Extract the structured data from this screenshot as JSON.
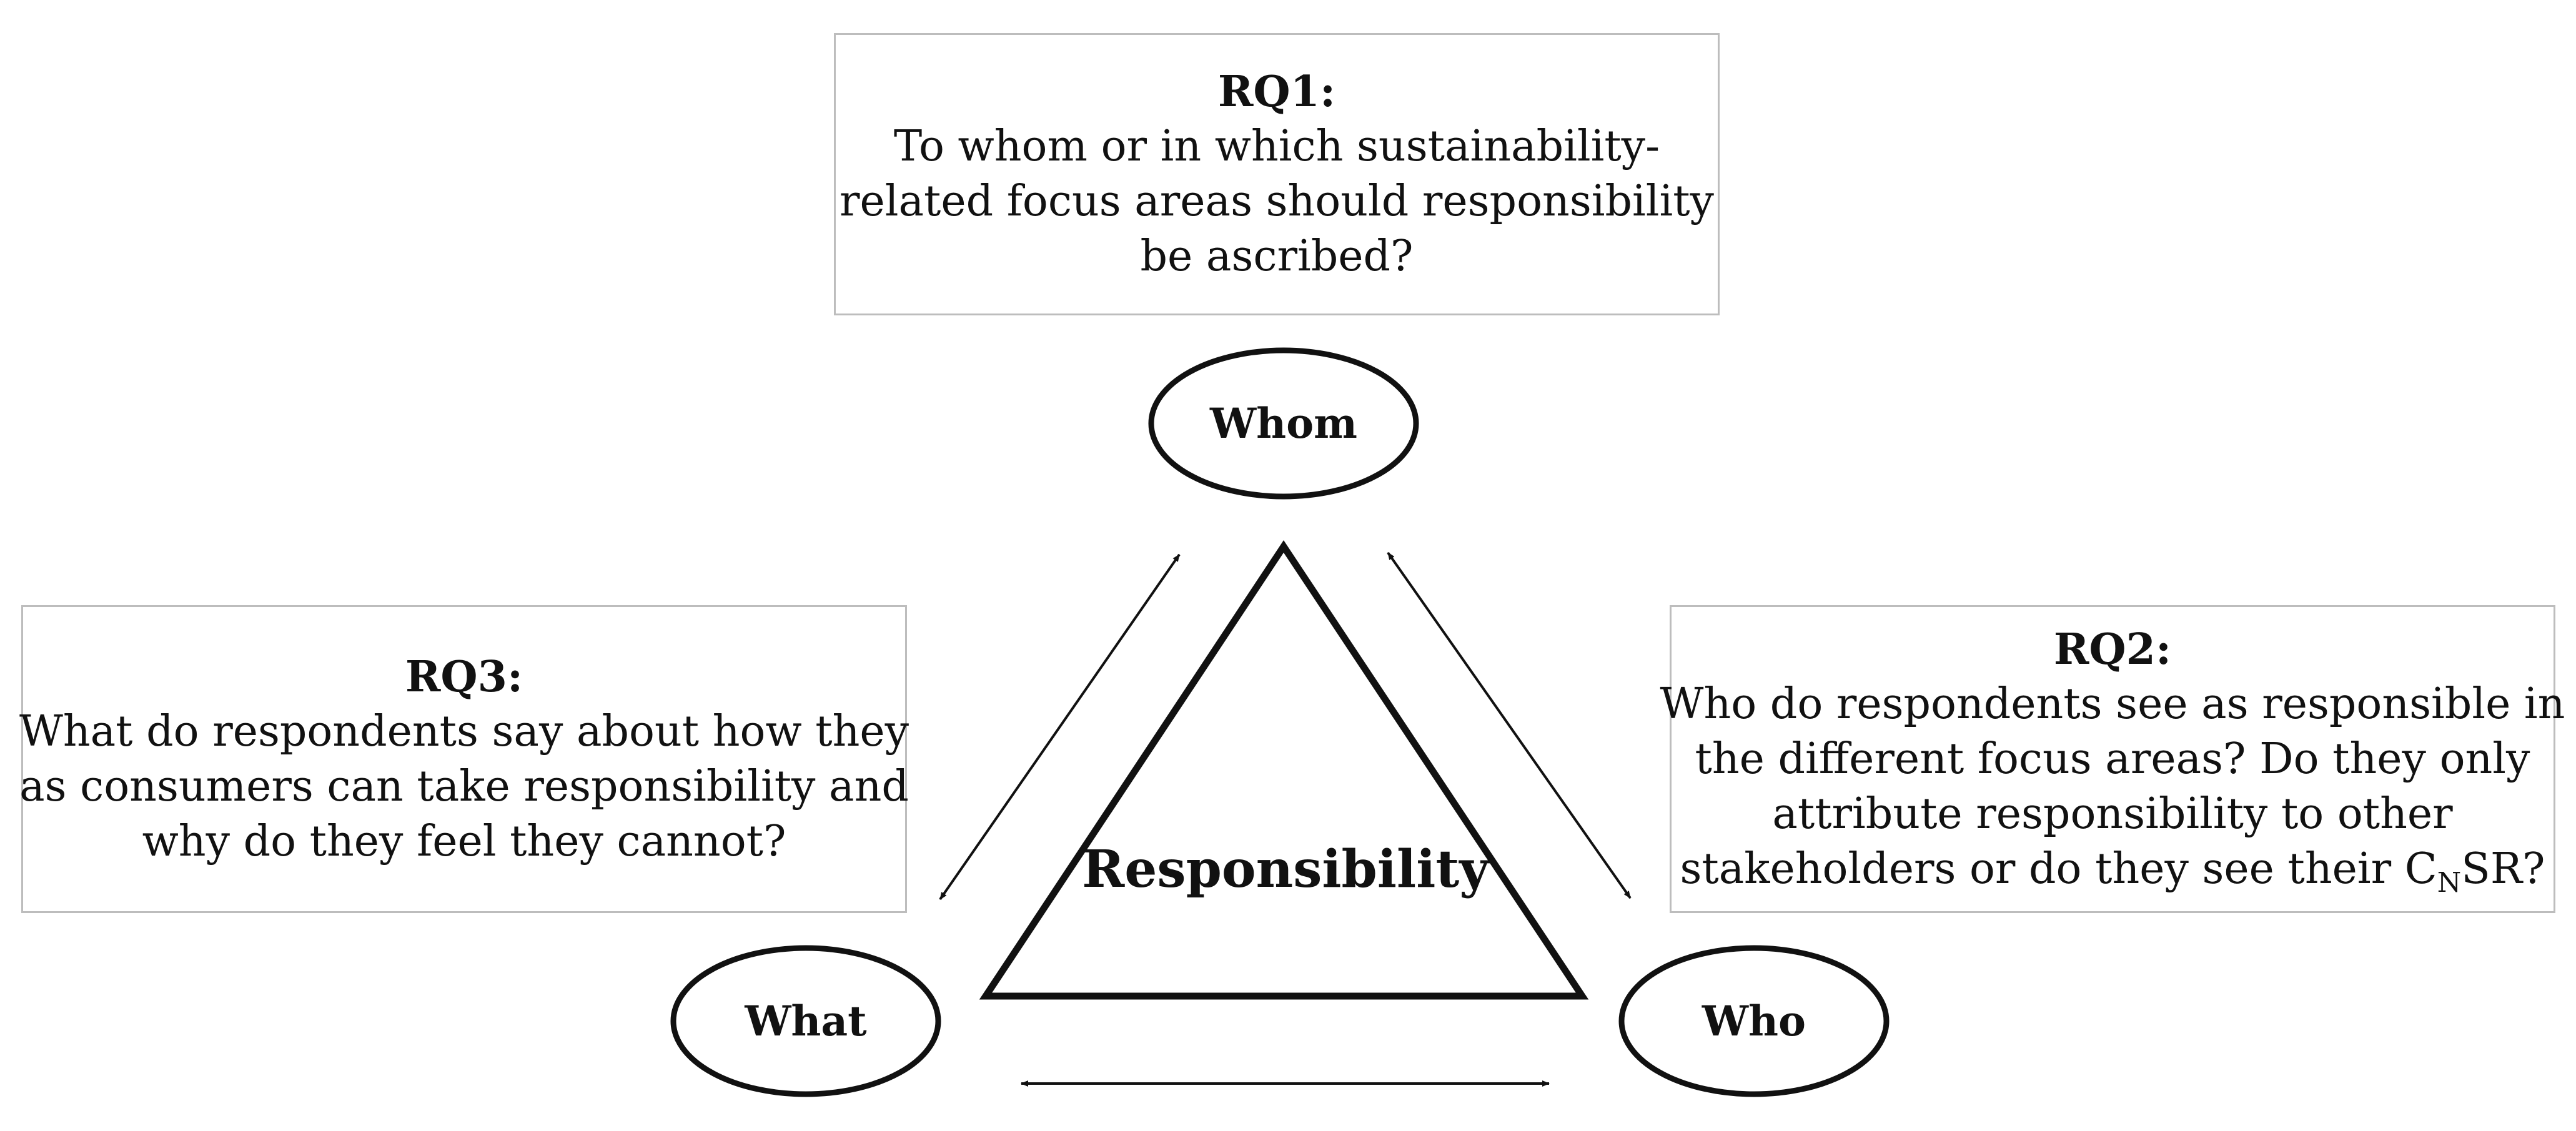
{
  "rq1": {
    "title": "RQ1:",
    "lines": [
      "To whom or in which sustainability-",
      "related focus areas should responsibility",
      "be ascribed?"
    ]
  },
  "rq2": {
    "title": "RQ2:",
    "lines": [
      "Who do respondents see as responsible in",
      "the different focus areas? Do they only",
      "attribute responsibility to other"
    ],
    "last_line_pre": "stakeholders or do they see their C",
    "last_line_sub": "N",
    "last_line_post": "SR?"
  },
  "rq3": {
    "title": "RQ3:",
    "lines": [
      "What do respondents say about how they",
      "as consumers can take responsibility and",
      "why do they feel they cannot?"
    ]
  },
  "nodes": {
    "whom": "Whom",
    "what": "What",
    "who": "Who"
  },
  "center_label": "Responsibility",
  "colors": {
    "box_border": "#bdbdbd",
    "ink": "#111111",
    "background": "#ffffff"
  }
}
